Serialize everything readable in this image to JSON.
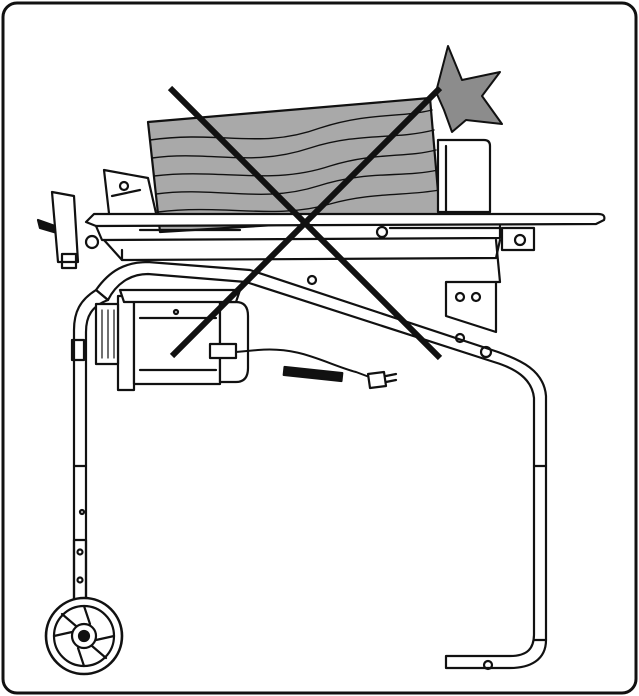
{
  "figure": {
    "kind": "warning-illustration",
    "subject": "log-splitter-on-stand",
    "prohibition_mark": "x-cross",
    "colors": {
      "line": "#111111",
      "log_fill": "#a9a9a9",
      "impact_fill": "#8c8c8c",
      "background": "#ffffff",
      "cross": "#111111"
    }
  }
}
